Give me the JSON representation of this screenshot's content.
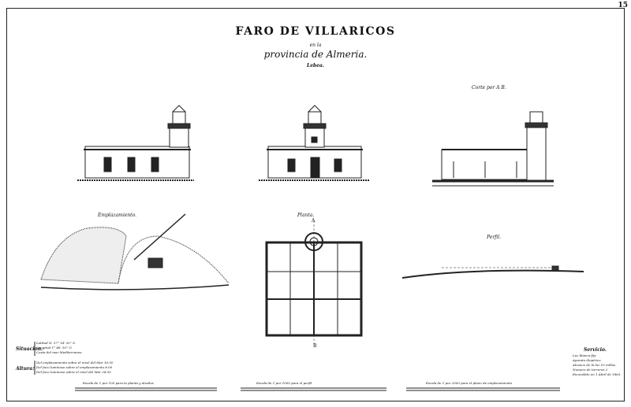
{
  "sheet_number": "15",
  "title": "FARO DE VILLARICOS",
  "subtitle_1": "en la",
  "subtitle_2": "provincia de Almeria.",
  "subtitle_3": "Lebea.",
  "labels": {
    "section": "Corte por A B.",
    "site": "Emplazamiento.",
    "plan": "Planta.",
    "profile": "Perfil.",
    "point_a": "A",
    "point_b": "B"
  },
  "situation": {
    "heading": "Situacion.",
    "lines": [
      "Latitud N. 37° 14' 30'' S.",
      "Longitud 1° 46' 30'' O.",
      "Costa del mar Mediterraneo."
    ]
  },
  "heights": {
    "heading": "Altura.",
    "lines": [
      "Del emplazamiento sobre el nivel del Mar  16.50",
      "Del foco luminoso sobre el emplazamiento  8.00",
      "Del foco luminoso sobre el nivel del Mar  24.50"
    ]
  },
  "service": {
    "heading": "Servicio.",
    "lines": [
      "Luz blanca fija",
      "Aparato dioptrico",
      "Alcance de la luz 10 millas",
      "Numero de torreros 2",
      "Encendido en 1 Abril de 1863."
    ]
  },
  "scales": [
    "Escala de 1 por 100 para la planta y alzados",
    "Escala de 1 por 1000 para el perfil",
    "Escala de 1 por 2000 para el plano de emplazamiento"
  ]
}
